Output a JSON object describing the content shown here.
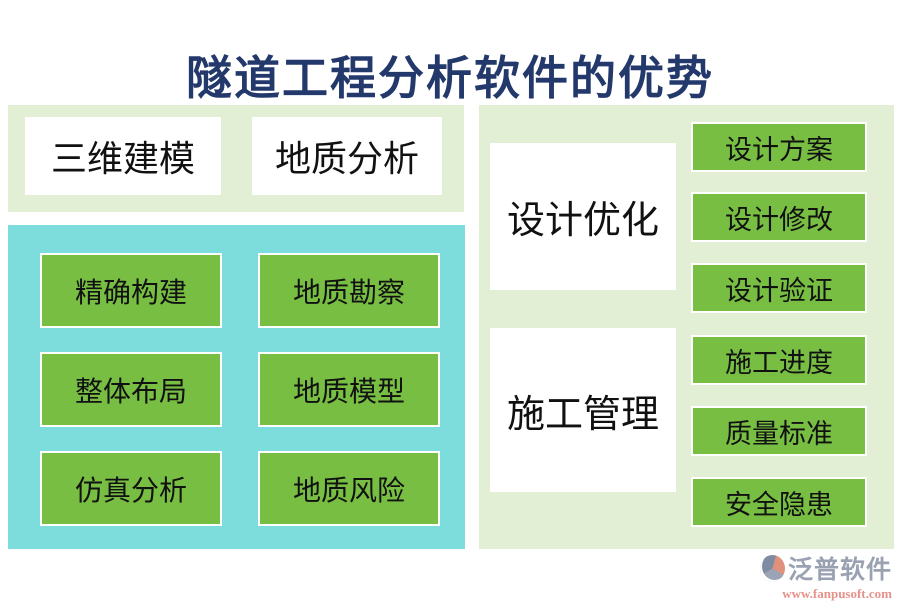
{
  "title": "隧道工程分析软件的优势",
  "colors": {
    "title_navy": "#24396B",
    "panel_light_green": "#E2EFD5",
    "panel_teal": "#7DDDDC",
    "node_green": "#77BE43",
    "node_border": "#FFFFFF",
    "brand_gray": "#9AA2B2",
    "url_salmon": "#E5928A"
  },
  "left_section": {
    "headers": [
      "三维建模",
      "地质分析"
    ],
    "buttons": [
      "精确构建",
      "地质勘察",
      "整体布局",
      "地质模型",
      "仿真分析",
      "地质风险"
    ]
  },
  "right_section": {
    "groups": [
      {
        "header": "设计优化",
        "buttons": [
          "设计方案",
          "设计修改",
          "设计验证"
        ]
      },
      {
        "header": "施工管理",
        "buttons": [
          "施工进度",
          "质量标准",
          "安全隐患"
        ]
      }
    ]
  },
  "footer": {
    "brand": "泛普软件",
    "url": "www.fanpusoft.com"
  }
}
